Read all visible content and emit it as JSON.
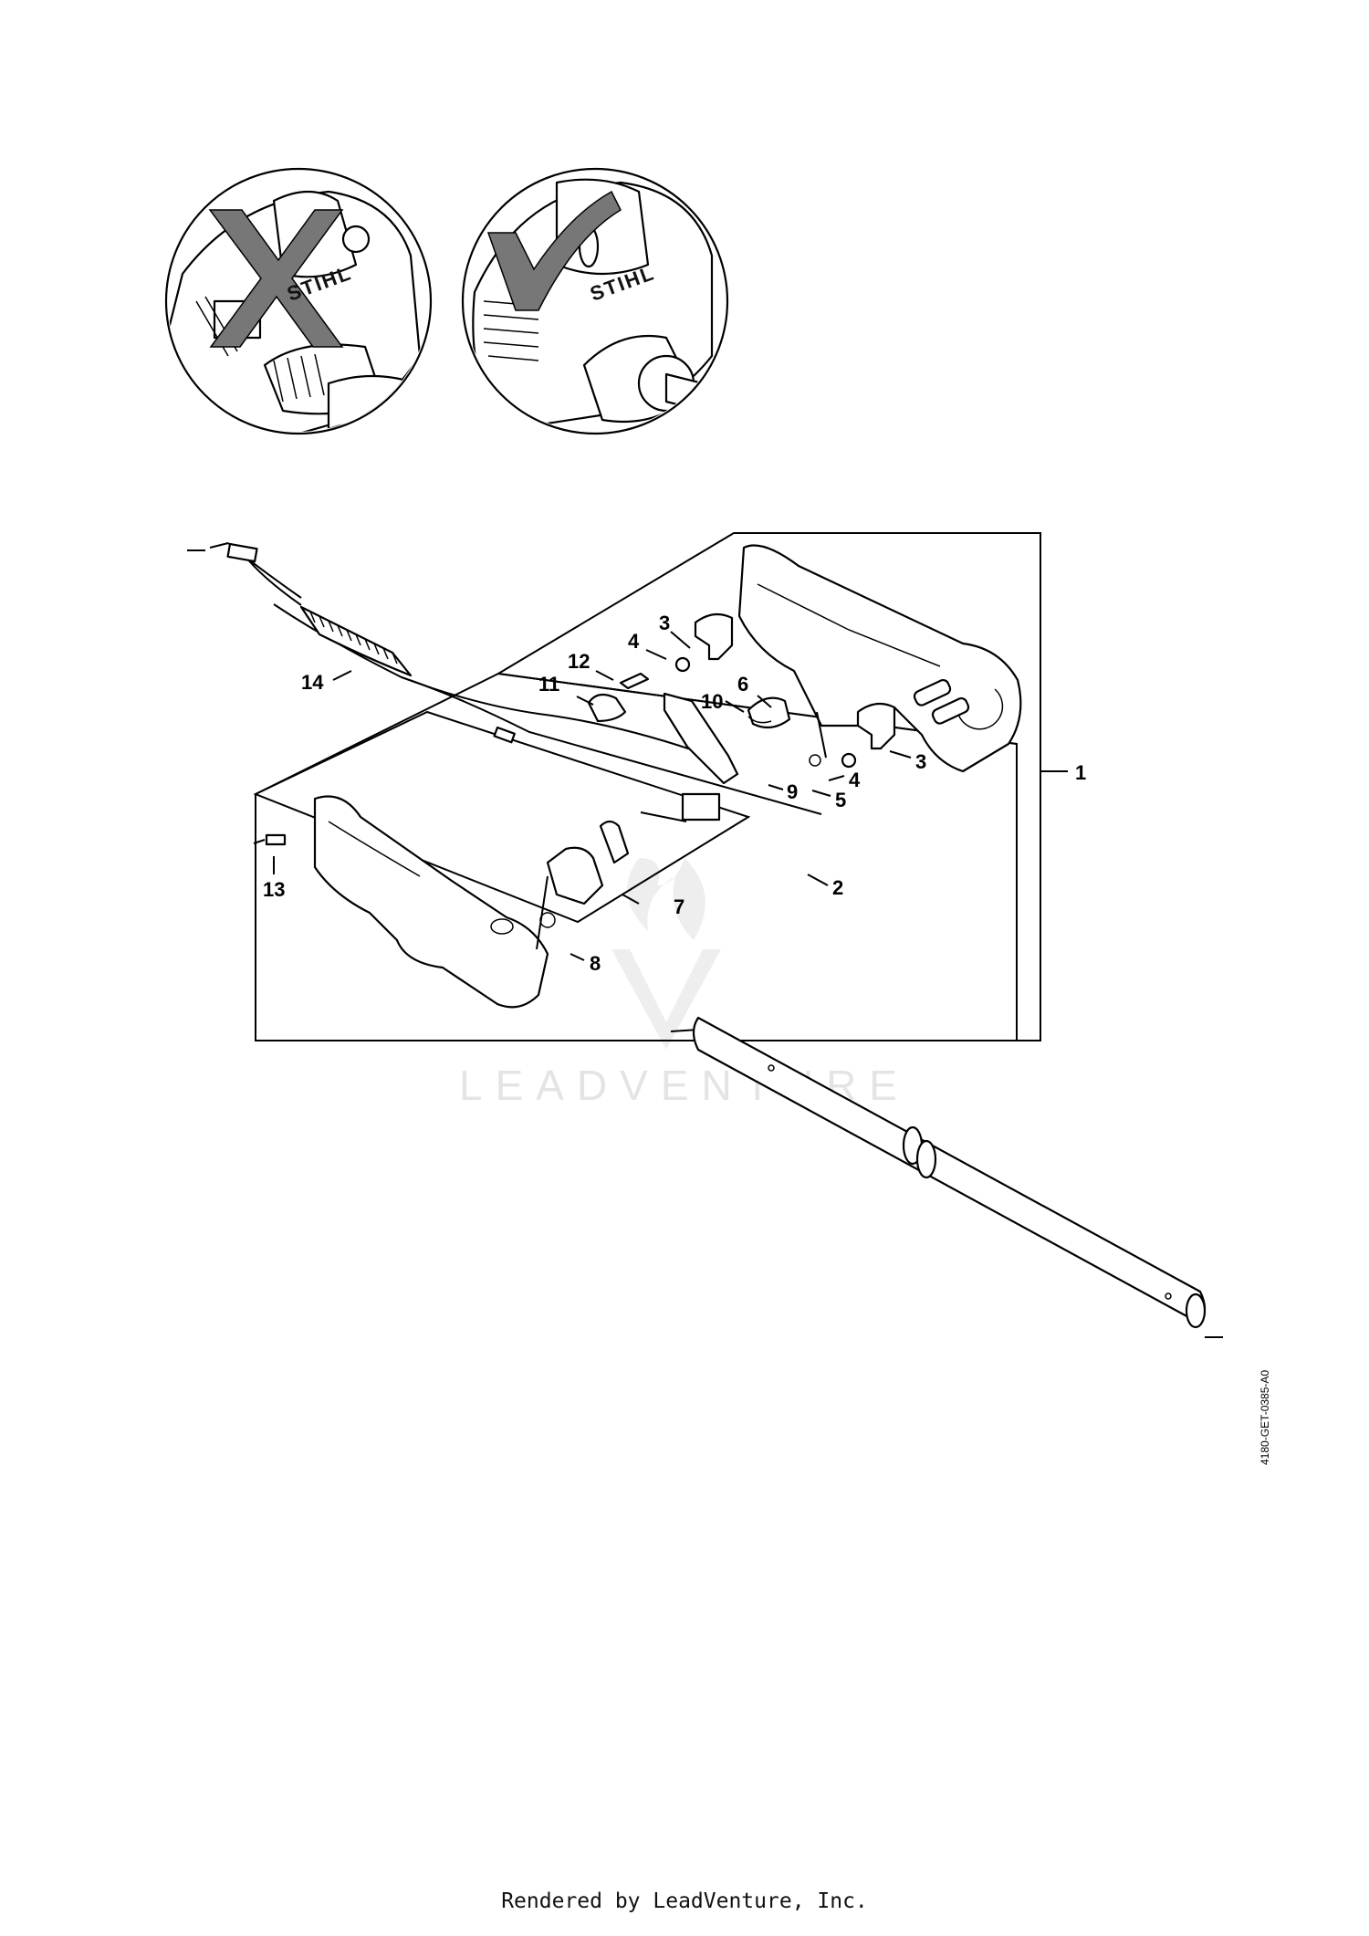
{
  "diagram": {
    "brand_text": "STIHL",
    "watermark": "LEADVENTURE",
    "reference_code": "4180-GET-0385-A0",
    "callouts": [
      {
        "id": "1",
        "label": "1"
      },
      {
        "id": "2",
        "label": "2"
      },
      {
        "id": "3a",
        "label": "3"
      },
      {
        "id": "3b",
        "label": "3"
      },
      {
        "id": "4a",
        "label": "4"
      },
      {
        "id": "4b",
        "label": "4"
      },
      {
        "id": "5",
        "label": "5"
      },
      {
        "id": "6",
        "label": "6"
      },
      {
        "id": "7",
        "label": "7"
      },
      {
        "id": "8",
        "label": "8"
      },
      {
        "id": "9",
        "label": "9"
      },
      {
        "id": "10",
        "label": "10"
      },
      {
        "id": "11",
        "label": "11"
      },
      {
        "id": "12",
        "label": "12"
      },
      {
        "id": "13",
        "label": "13"
      },
      {
        "id": "14",
        "label": "14"
      }
    ]
  },
  "footer": {
    "text": "Rendered by LeadVenture, Inc."
  }
}
